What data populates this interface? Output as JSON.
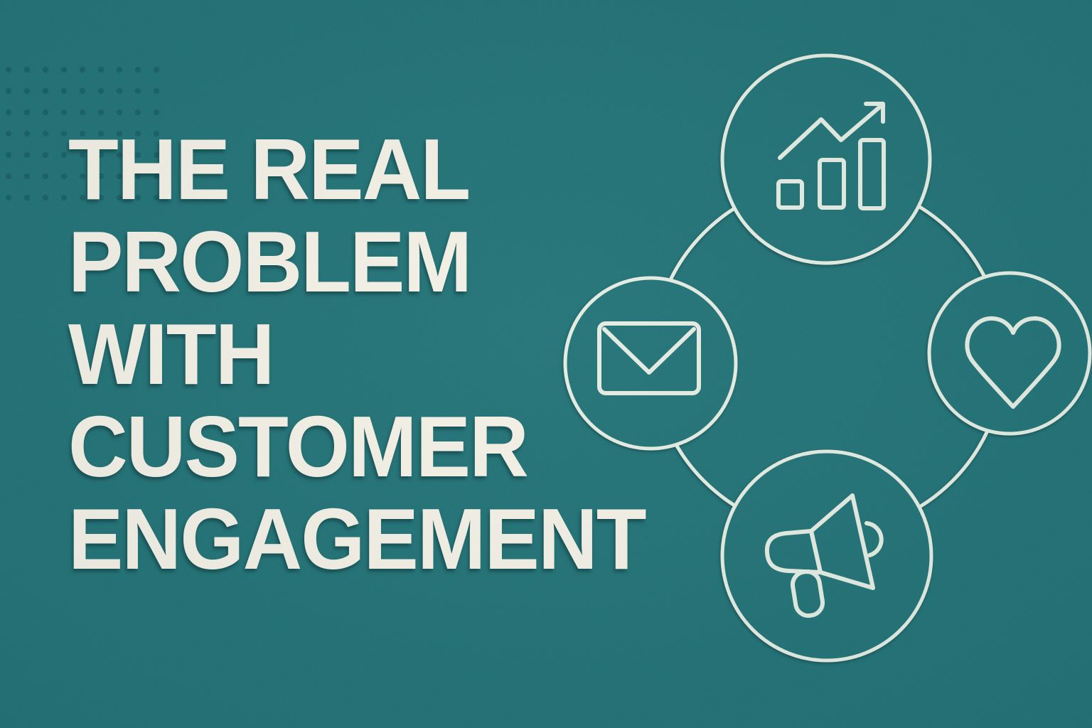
{
  "banner": {
    "title_lines": [
      "THE REAL",
      "PROBLEM",
      "WITH",
      "CUSTOMER",
      "ENGAGEMENT"
    ]
  },
  "diagram": {
    "nodes": [
      {
        "position": "top",
        "icon": "growth-chart-icon"
      },
      {
        "position": "left",
        "icon": "email-envelope-icon"
      },
      {
        "position": "right",
        "icon": "heart-icon"
      },
      {
        "position": "bottom",
        "icon": "megaphone-icon"
      }
    ]
  },
  "colors": {
    "background": "#1f6a6e",
    "title_text": "#f3f0e4",
    "line": "#e2ebe0",
    "dots": "#14565d"
  }
}
